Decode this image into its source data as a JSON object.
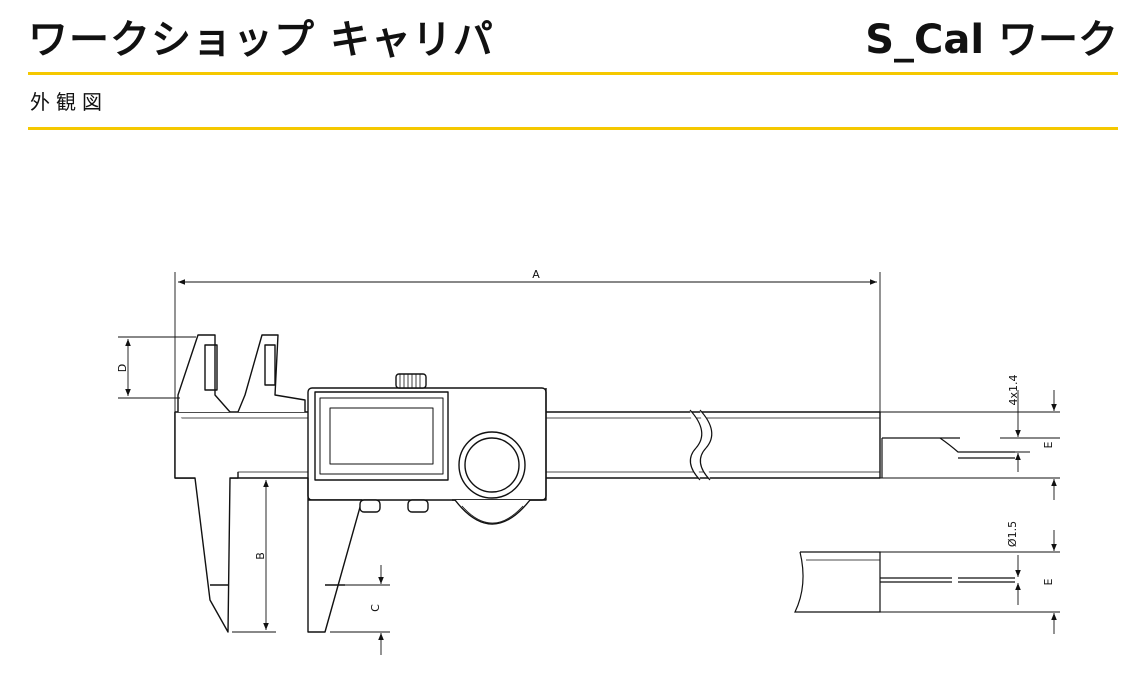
{
  "header": {
    "title": "ワークショップ キャリパ",
    "product": "S_Cal ワーク"
  },
  "section": {
    "title": "外観図"
  },
  "dimensions": {
    "A": "A",
    "B": "B",
    "C": "C",
    "D": "D",
    "E_top": "E",
    "E_bottom": "E",
    "slot": "4x1.4",
    "rod_diameter": "Ø1.5"
  },
  "colors": {
    "accent": "#f5c800",
    "line": "#111111"
  }
}
